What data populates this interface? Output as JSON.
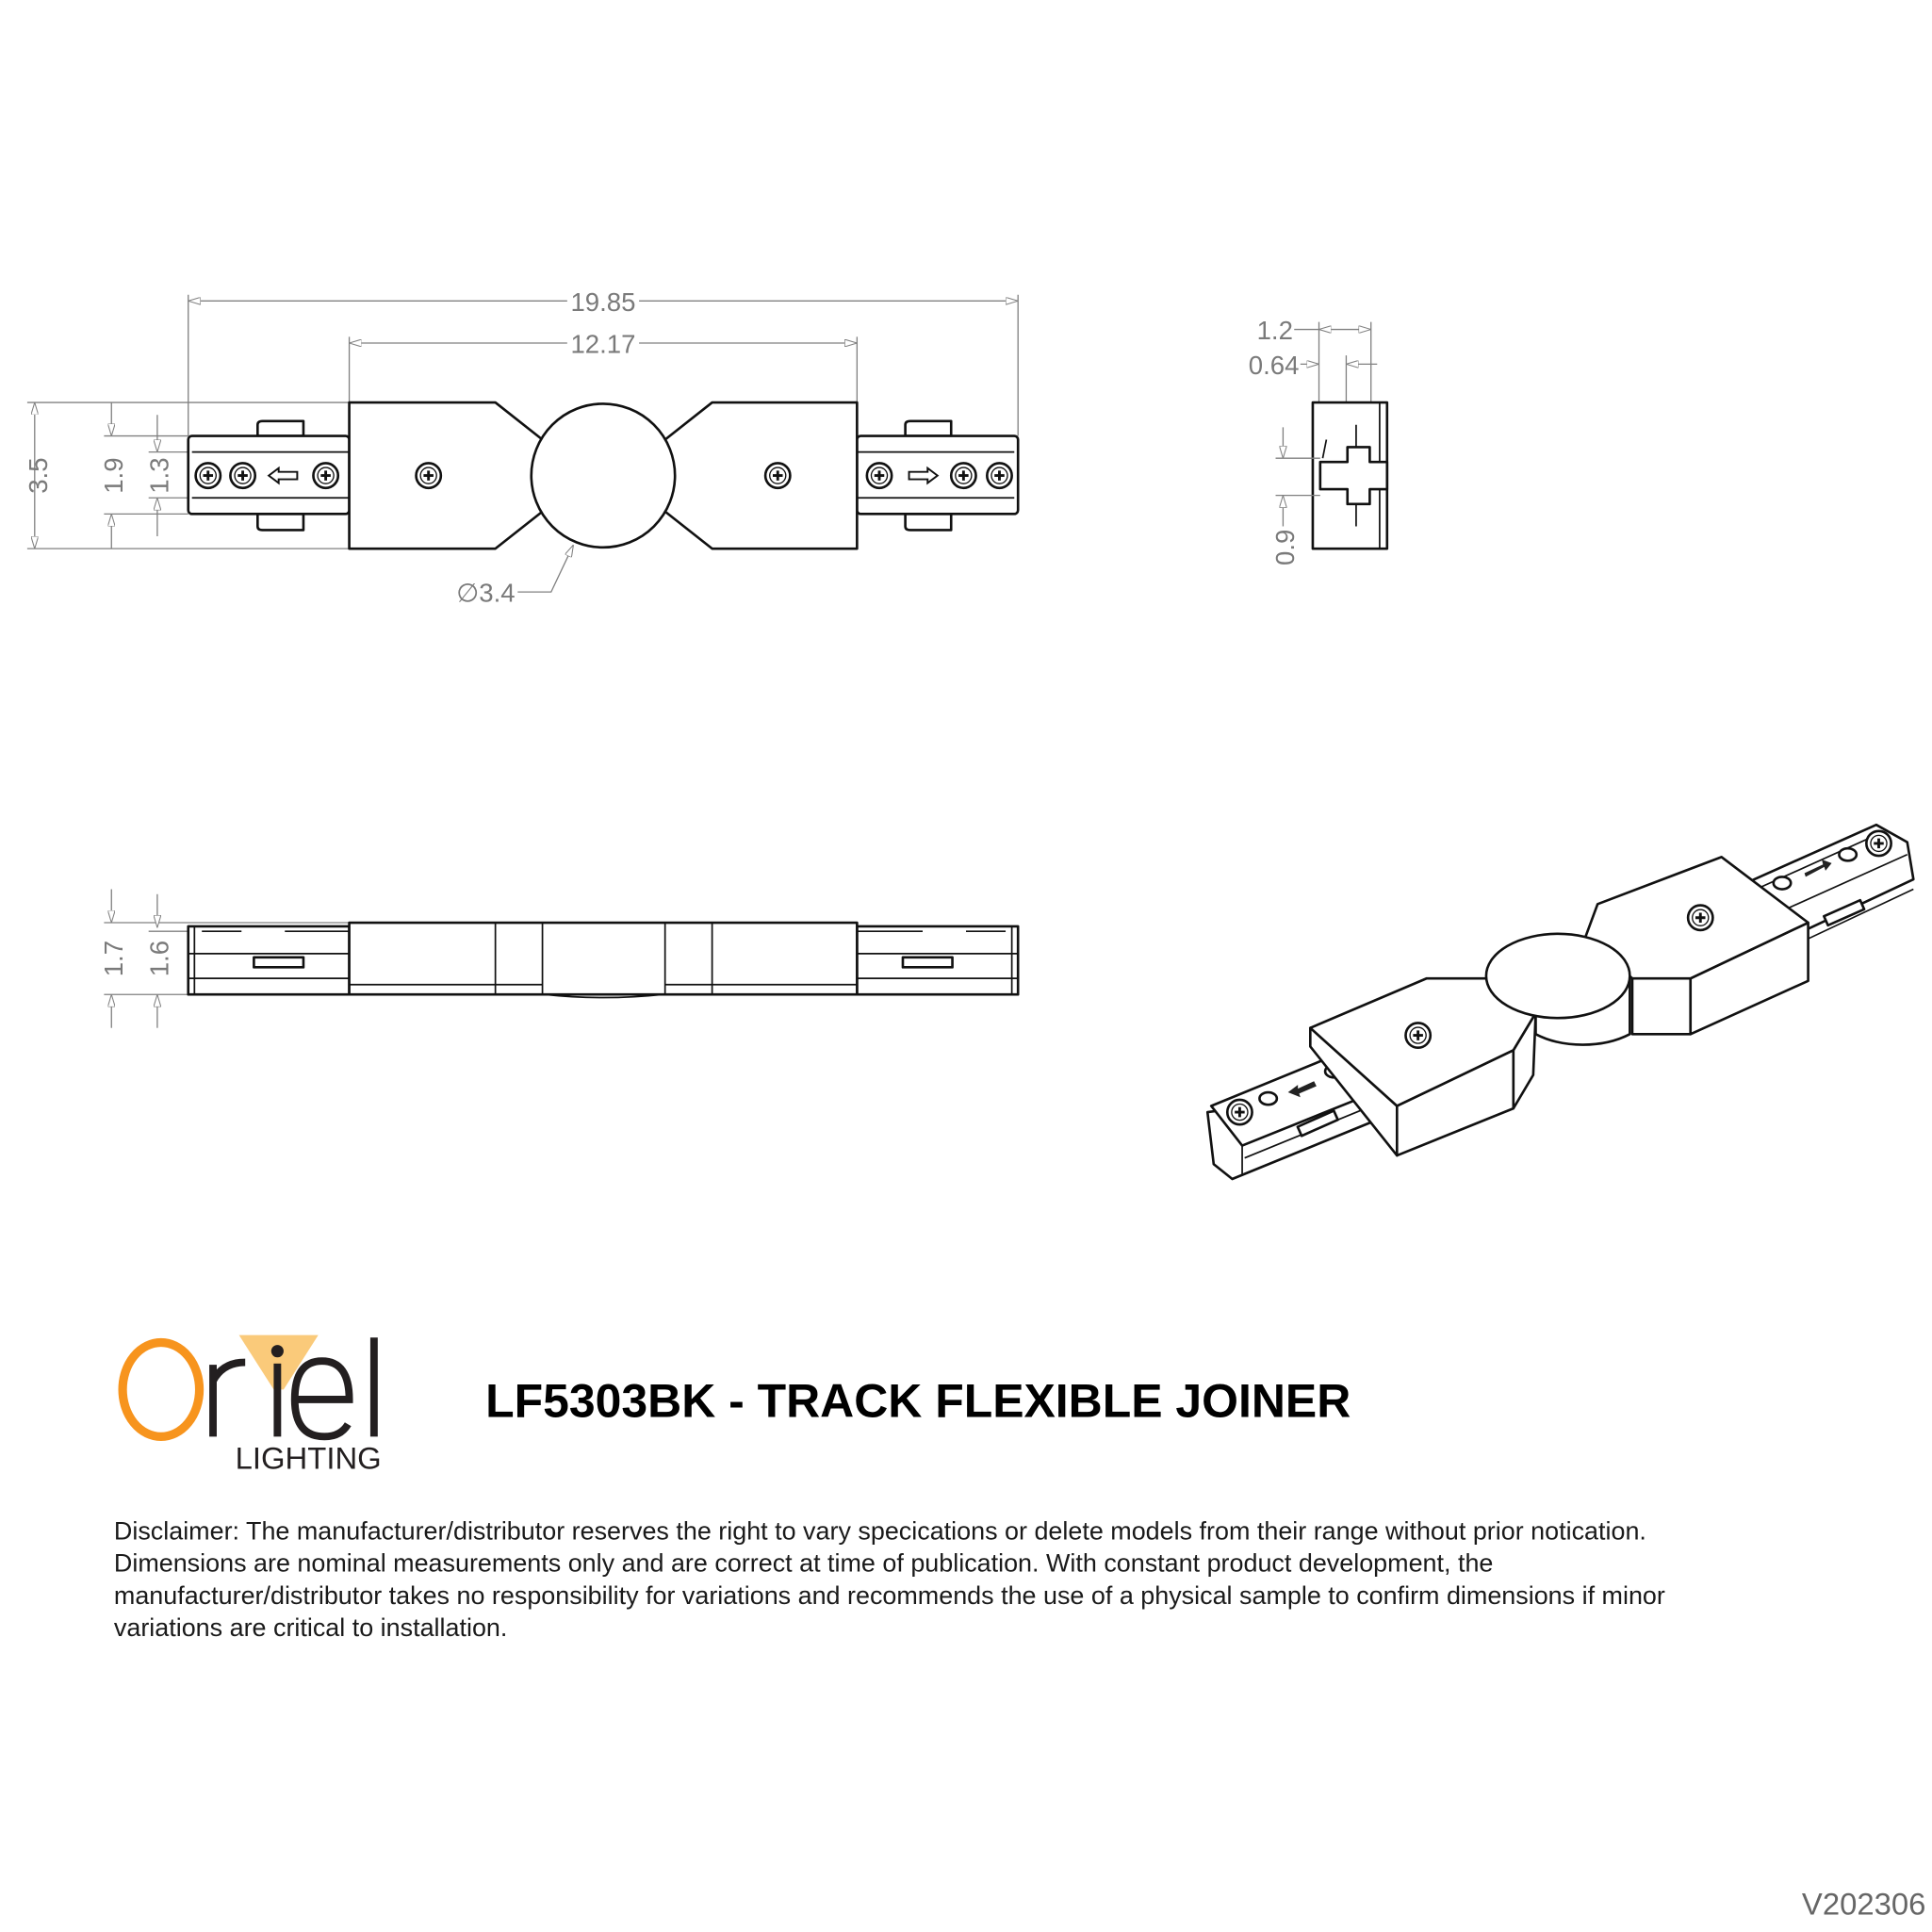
{
  "top_view": {
    "dims": {
      "overall_length": "19.85",
      "body_length": "12.17",
      "overall_height": "3.5",
      "rail_height": "1.9",
      "rail_inner_height": "1.3",
      "hub_diameter": "∅3.4"
    }
  },
  "end_view": {
    "dims": {
      "width": "1.2",
      "offset": "0.64",
      "slot": "0.9"
    }
  },
  "side_view": {
    "dims": {
      "height": "1.7",
      "rail_height": "1.6"
    }
  },
  "logo": {
    "text": "Oriel",
    "subtext": "LIGHTING",
    "colors": {
      "orange": "#F7941D",
      "dark": "#231F20"
    }
  },
  "title": "LF5303BK - TRACK FLEXIBLE JOINER",
  "disclaimer": [
    "Disclaimer: The manufacturer/distributor reserves the right to vary specications or delete models from their range without prior notication.",
    "Dimensions are nominal measurements only and are correct at time of publication. With constant product development, the",
    "manufacturer/distributor takes no responsibility for variations and recommends the use of a physical sample to confirm dimensions if minor",
    "variations are critical to installation."
  ],
  "version": "V202306"
}
